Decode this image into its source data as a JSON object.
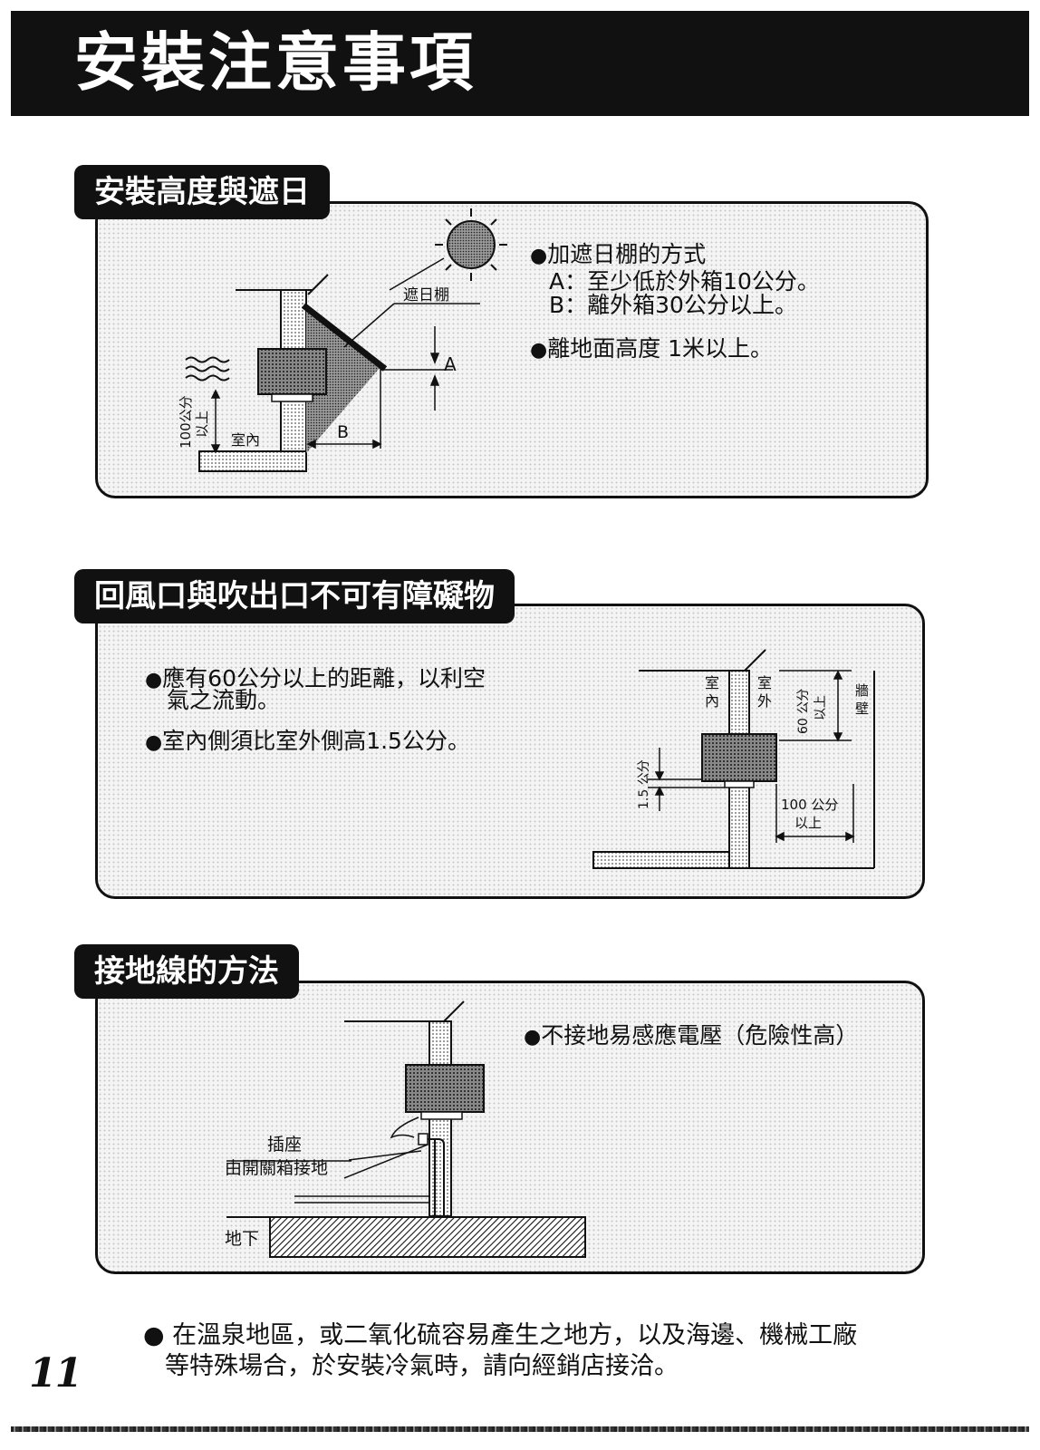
{
  "page_title": "安裝注意事項",
  "page_number": "11",
  "sec1": {
    "label": "安裝高度與遮日",
    "bullet1": "加遮日棚的方式",
    "sub_a": "A：至少低於外箱10公分。",
    "sub_b": "B：離外箱30公分以上。",
    "bullet2": "離地面高度 1米以上。",
    "diagram": {
      "awning": "遮日棚",
      "a": "A",
      "b": "B",
      "height": "100公分",
      "height2": "以上",
      "indoor": "室內"
    }
  },
  "sec2": {
    "label": "回風口與吹出口不可有障礙物",
    "bullet1_line1": "應有60公分以上的距離，以利空",
    "bullet1_line2": "氣之流動。",
    "bullet2": "室內側須比室外側高1.5公分。",
    "diagram": {
      "indoor1": "室",
      "indoor2": "內",
      "outdoor1": "室",
      "outdoor2": "外",
      "gap60": "60 公分",
      "gap60b": "以上",
      "wall1": "牆",
      "wall2": "壁",
      "gap15": "1.5 公分",
      "gap100": "100 公分",
      "gap100b": "以上"
    }
  },
  "sec3": {
    "label": "接地線的方法",
    "bullet1": "不接地易感應電壓（危險性高）",
    "diagram": {
      "socket": "插座",
      "switchbox": "由開關箱接地",
      "underground": "地下"
    }
  },
  "footer_line1": "在溫泉地區，或二氧化硫容易產生之地方，以及海邊、機械工廠",
  "footer_line2": "等特殊場合，於安裝冷氣時，請向經銷店接洽。"
}
